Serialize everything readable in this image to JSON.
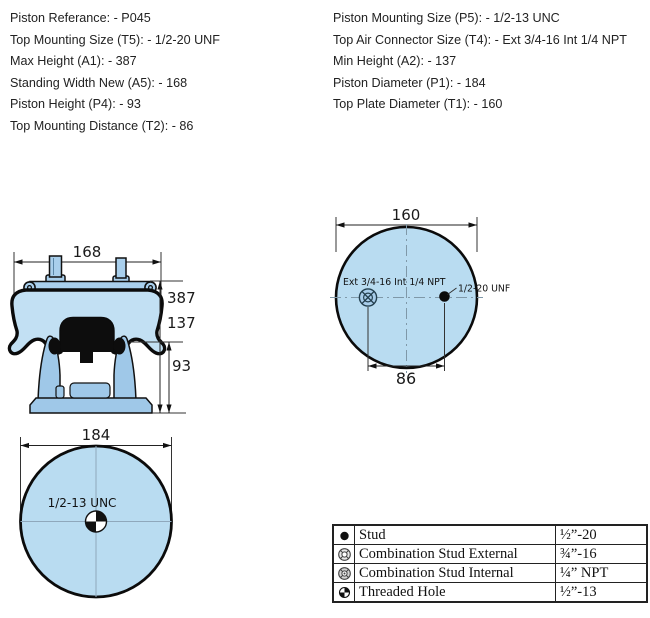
{
  "specs_left": [
    "Piston Referance: - P045",
    "Top Mounting Size (T5): - 1/2-20 UNF",
    "Max Height (A1): - 387",
    "Standing Width New (A5): - 168",
    "Piston Height (P4): - 93",
    "Top Mounting Distance (T2): - 86"
  ],
  "specs_right": [
    "Piston Mounting Size (P5): - 1/2-13 UNC",
    "Top Air Connector Size (T4): - Ext 3/4-16 Int 1/4 NPT",
    "Min Height (A2): - 137",
    "Piston Diameter (P1): - 184",
    "Top Plate Diameter (T1): - 160"
  ],
  "side_view": {
    "top_width": "168",
    "max_height": "387",
    "min_height": "137",
    "piston_height": "93"
  },
  "top_view": {
    "plate_diameter": "160",
    "mount_distance": "86",
    "air_connector_label": "Ext 3/4-16 Int 1/4 NPT",
    "stud_label": "1/2-20 UNF"
  },
  "bottom_view": {
    "piston_diameter": "184",
    "thread_label": "1/2-13 UNC"
  },
  "legend_table": {
    "rows": [
      {
        "icon": "stud-icon",
        "name": "Stud",
        "size": "½”-20"
      },
      {
        "icon": "combination-stud-external-icon",
        "name": "Combination Stud External",
        "size": "¾”-16"
      },
      {
        "icon": "combination-stud-internal-icon",
        "name": "Combination Stud Internal",
        "size": "¼” NPT"
      },
      {
        "icon": "threaded-hole-icon",
        "name": "Threaded Hole",
        "size": "½”-13"
      }
    ]
  },
  "colors": {
    "bellows_fill": "#c2e0f3",
    "base_fill": "#9fc8e8",
    "plate_fill": "#a9cfec",
    "circle_fill": "#b9dcf1",
    "outline": "#111111",
    "centerline": "#7f98a8"
  }
}
